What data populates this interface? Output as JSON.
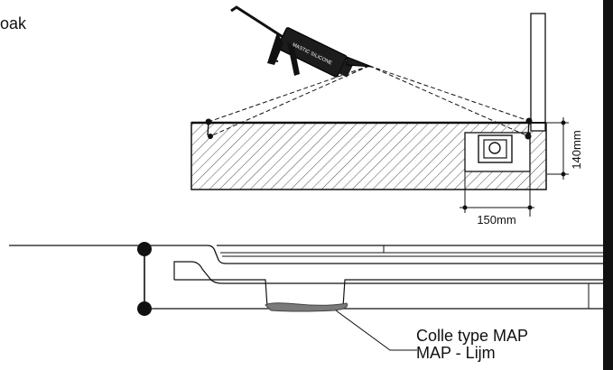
{
  "labels": {
    "partial_word": "oak",
    "gun_brand": "MASTIC SILICONE",
    "height_dimension": "140mm",
    "width_dimension": "150mm",
    "glue_fr": "Colle type MAP",
    "glue_nl": "MAP - Lijm"
  },
  "colors": {
    "ink": "#111111",
    "frame_bar": "#111111",
    "adhesive": "#7a7a7a"
  }
}
